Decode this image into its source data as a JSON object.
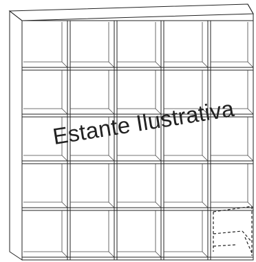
{
  "watermark": {
    "text": "Estante Ilustrativa"
  },
  "drawing": {
    "subject": "bookshelf-line-drawing",
    "columns": 5,
    "rows": 5,
    "line_color": "#222222",
    "background_color": "#ffffff",
    "highlighted_cell_note": "bottom-right cell drawn with dashed lines"
  }
}
